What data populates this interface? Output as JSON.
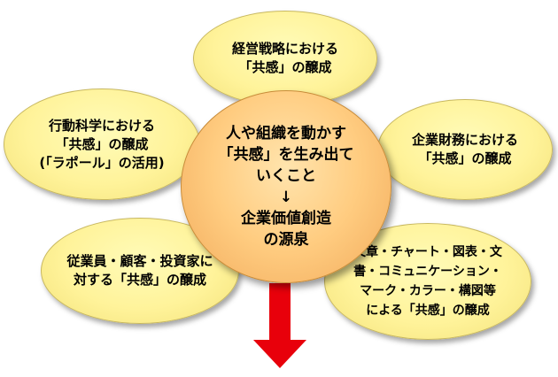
{
  "center": {
    "lines": [
      "人や組織を動かす",
      "「共感」を生み出て",
      "いくこと",
      "↓",
      "企業価値創造",
      "の源泉"
    ]
  },
  "petals": {
    "top": {
      "lines": [
        "経営戦略における",
        "「共感」の醸成"
      ]
    },
    "left": {
      "lines": [
        "行動科学における",
        "「共感」の醸成",
        "(「ラポール」の活用)"
      ]
    },
    "right": {
      "lines": [
        "企業財務における",
        "「共感」の醸成"
      ]
    },
    "bottom_left": {
      "lines": [
        "従業員・顧客・投資家に",
        "対する「共感」の醸成"
      ]
    },
    "bottom_right": {
      "lines": [
        "文章・チャート・図表・文",
        "書・コミュニケーション・",
        "マーク・カラー・構図等",
        "による「共感」の醸成"
      ]
    }
  },
  "colors": {
    "petal_fill": "#fff39a",
    "center_fill": "#ffcc80",
    "arrow_red": "#e8000b"
  }
}
